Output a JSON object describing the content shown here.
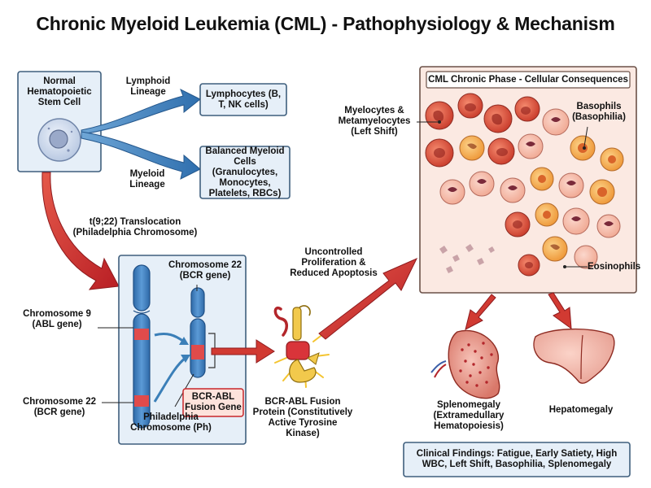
{
  "title": "Chronic Myeloid Leukemia (CML) - Pathophysiology & Mechanism",
  "stem_cell": {
    "label": "Normal Hematopoietic Stem Cell"
  },
  "lymphoid": {
    "lineage_label": "Lymphoid Lineage",
    "result": "Lymphocytes (B, T, NK cells)"
  },
  "myeloid": {
    "lineage_label": "Myeloid Lineage",
    "result": "Balanced Myeloid Cells (Granulocytes, Monocytes, Platelets, RBCs)"
  },
  "translocation": {
    "label": "t(9;22) Translocation (Philadelphia Chromosome)"
  },
  "chromosome_9": {
    "label": "Chromosome 9 (ABL gene)"
  },
  "chromosome_22_left": {
    "label": "Chromosome 22 (BCR gene)"
  },
  "chromosome_22_top": {
    "label": "Chromosome 22 (BCR gene)"
  },
  "philadelphia": {
    "label": "Philadelphia Chromosome (Ph)"
  },
  "fusion_gene": {
    "label": "BCR-ABL Fusion Gene"
  },
  "fusion_protein": {
    "label": "BCR-ABL Fusion Protein (Constitutively Active Tyrosine Kinase)"
  },
  "proliferation": {
    "label": "Uncontrolled Proliferation & Reduced Apoptosis"
  },
  "chronic_phase": {
    "title": "CML Chronic Phase - Cellular Consequences",
    "myelocytes": "Myelocytes & Metamyelocytes (Left Shift)",
    "basophils": "Basophils (Basophilia)",
    "eosinophils": "Eosinophils"
  },
  "splenomegaly": {
    "label": "Splenomegaly (Extramedullary Hematopoiesis)"
  },
  "hepatomegaly": {
    "label": "Hepatomegaly"
  },
  "clinical": {
    "text": "Clinical Findings: Fatigue, Early Satiety, High WBC, Left Shift, Basophilia, Splenomegaly"
  },
  "colors": {
    "box_fill": "#e6eff8",
    "box_border": "#3f5f7d",
    "blue_arrow": "#3b7fb8",
    "red_arrow": "#c8262a",
    "chromosome_blue": "#3d7fbf",
    "chromosome_red": "#e04b4b",
    "cml_panel": "#fbe9e2",
    "fusion_box": "#fde3dc"
  }
}
